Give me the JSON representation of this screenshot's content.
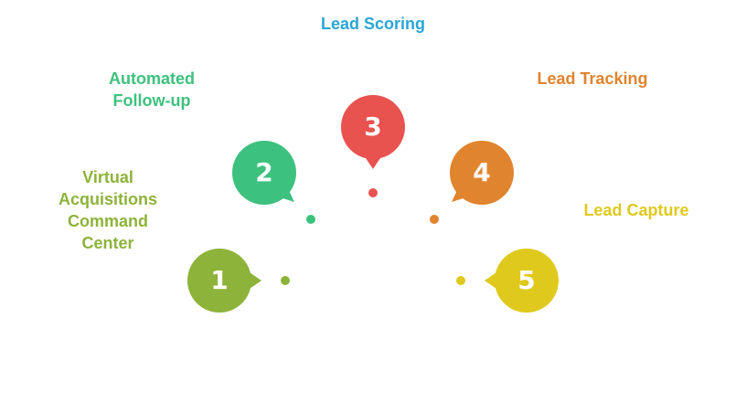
{
  "items": [
    {
      "number": "1",
      "label": "Virtual\nAcquisitions\nCommand\nCenter",
      "color": "#8db33a"
    },
    {
      "number": "2",
      "label": "Automated\nFollow-up",
      "color": "#3dc17e"
    },
    {
      "number": "3",
      "label": "Lead Scoring",
      "number_color": "#e8524f",
      "label_color": "#29a5d5"
    },
    {
      "number": "4",
      "label": "Lead Tracking",
      "color": "#e0842e"
    },
    {
      "number": "5",
      "label": "Lead Capture",
      "color": "#dfc91d"
    }
  ]
}
